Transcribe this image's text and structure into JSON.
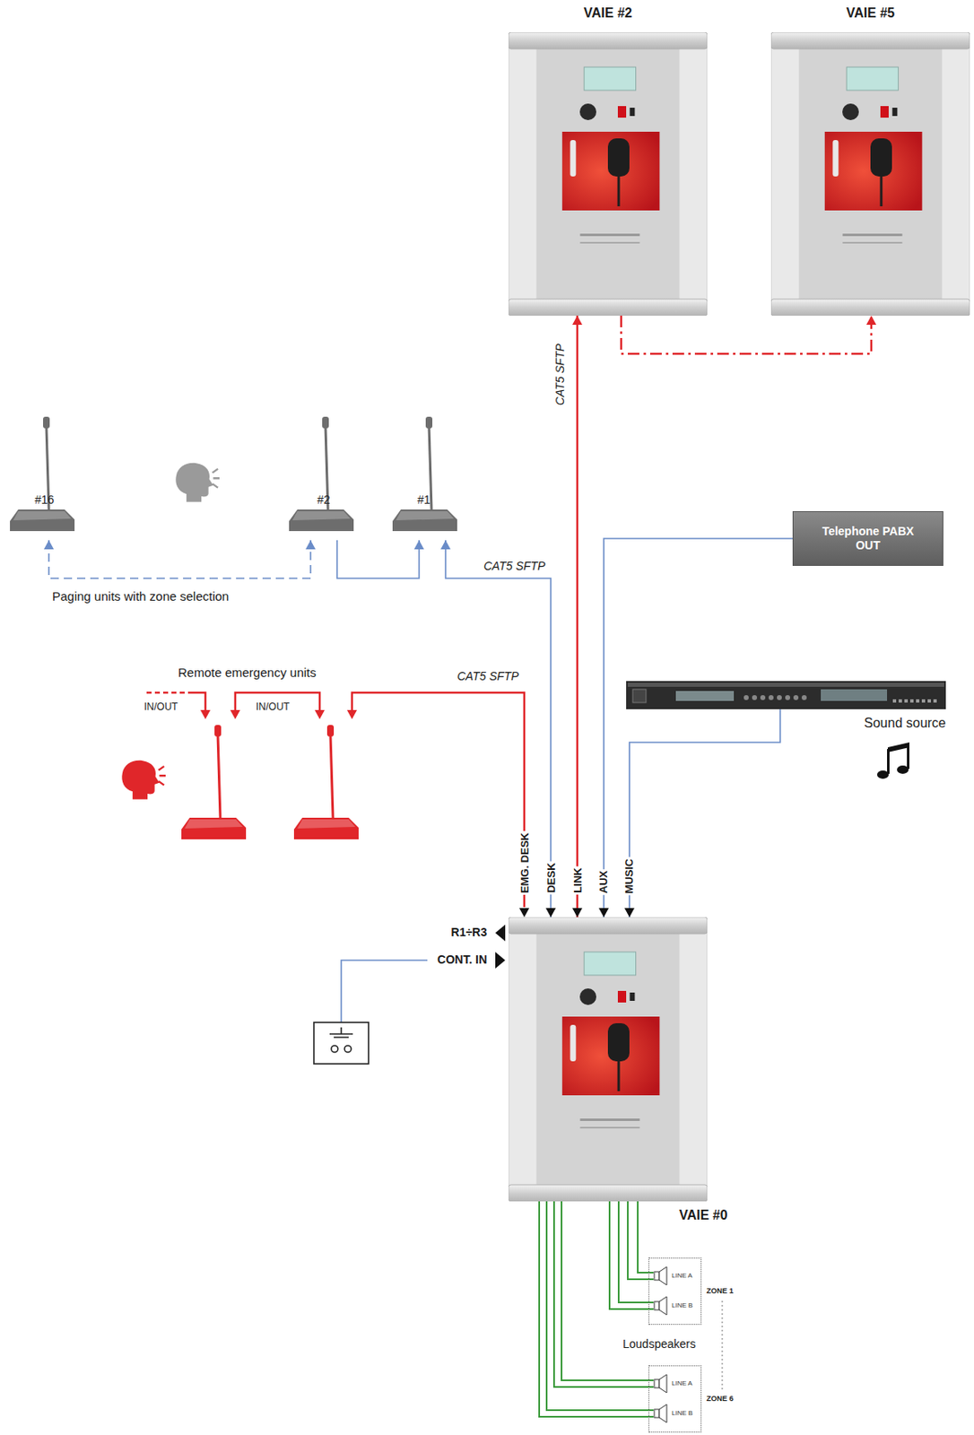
{
  "diagram": {
    "nodes": [
      {
        "text": [
          "VAIE #2"
        ]
      },
      {
        "text": [
          "VAIE #5"
        ]
      },
      {
        "text": [
          "#16"
        ]
      },
      {
        "text": [
          "#2"
        ]
      },
      {
        "text": [
          "#1"
        ]
      },
      {
        "text": [
          "Telephone PABX OUT"
        ]
      },
      {
        "text": [
          "Sound source"
        ]
      },
      {
        "text": [
          "VAIE #0"
        ]
      },
      {
        "text": [
          "ZONE 1"
        ]
      },
      {
        "text": [
          "LINE A"
        ],
        "in": 8
      },
      {
        "text": [
          "LINE B"
        ],
        "in": 8
      },
      {
        "text": [
          "ZONE 6"
        ]
      },
      {
        "text": [
          "LINE A"
        ],
        "in": 11
      },
      {
        "text": [
          "LINE B"
        ],
        "in": 11
      }
    ],
    "edges": [
      {
        "from": 7,
        "to": 0,
        "arrow": "both",
        "label": "CAT5 SFTP"
      },
      {
        "from": 0,
        "to": 1,
        "arrow": "to"
      },
      {
        "from": 7,
        "to": 4,
        "arrow": "both",
        "label": "CAT5 SFTP"
      },
      {
        "from": 3,
        "to": 4,
        "arrow": "to"
      },
      {
        "from": 2,
        "to": 3,
        "arrow": "both"
      },
      {
        "from": 5,
        "to": 7,
        "arrow": "to"
      },
      {
        "from": 6,
        "to": 7,
        "arrow": "to"
      },
      {
        "from": 7,
        "to": 9,
        "arrow": "none"
      },
      {
        "from": 7,
        "to": 10,
        "arrow": "none"
      },
      {
        "from": 7,
        "to": 12,
        "arrow": "none"
      },
      {
        "from": 7,
        "to": 13,
        "arrow": "none"
      }
    ],
    "labels": [
      "EMG. DESK",
      "DESK",
      "LINK",
      "AUX",
      "MUSIC",
      "R1÷R3",
      "CONT. IN",
      "Paging units with zone selection",
      "Remote emergency units",
      "IN/OUT",
      "IN/OUT",
      "CAT5 SFTP",
      "Loudspeakers"
    ]
  }
}
